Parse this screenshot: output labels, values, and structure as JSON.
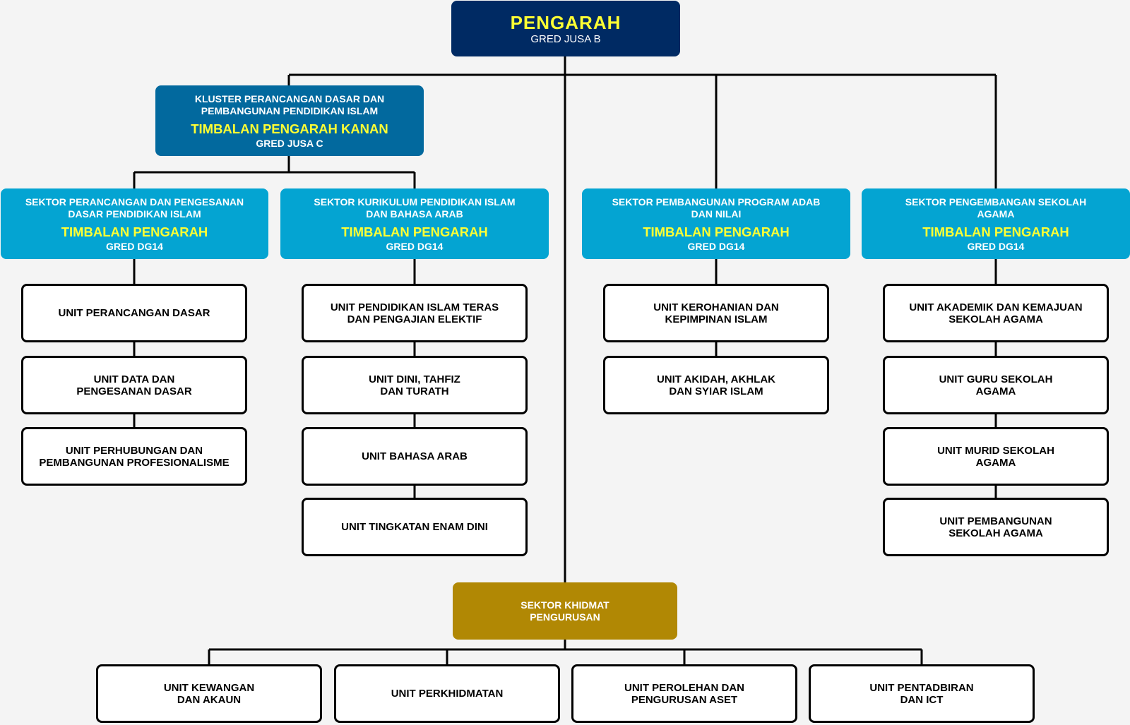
{
  "director": {
    "title": "PENGARAH",
    "grade": "GRED JUSA B"
  },
  "cluster": {
    "name": "KLUSTER PERANCANGAN DASAR DAN\nPEMBANGUNAN PENDIDIKAN ISLAM",
    "role": "TIMBALAN PENGARAH KANAN",
    "grade": "GRED JUSA C"
  },
  "sectors": [
    {
      "name": "SEKTOR PERANCANGAN DAN PENGESANAN\nDASAR PENDIDIKAN ISLAM",
      "role": "TIMBALAN PENGARAH",
      "grade": "GRED DG14",
      "units": [
        "UNIT PERANCANGAN DASAR",
        "UNIT DATA DAN\nPENGESANAN DASAR",
        "UNIT PERHUBUNGAN DAN\nPEMBANGUNAN PROFESIONALISME"
      ]
    },
    {
      "name": "SEKTOR KURIKULUM PENDIDIKAN ISLAM\nDAN BAHASA ARAB",
      "role": "TIMBALAN PENGARAH",
      "grade": "GRED DG14",
      "units": [
        "UNIT PENDIDIKAN ISLAM TERAS\nDAN PENGAJIAN ELEKTIF",
        "UNIT DINI, TAHFIZ\nDAN TURATH",
        "UNIT BAHASA ARAB",
        "UNIT TINGKATAN ENAM DINI"
      ]
    },
    {
      "name": "SEKTOR PEMBANGUNAN PROGRAM ADAB\nDAN NILAI",
      "role": "TIMBALAN PENGARAH",
      "grade": "GRED DG14",
      "units": [
        "UNIT KEROHANIAN DAN\nKEPIMPINAN ISLAM",
        "UNIT AKIDAH, AKHLAK\nDAN SYIAR ISLAM"
      ]
    },
    {
      "name": "SEKTOR PENGEMBANGAN SEKOLAH\nAGAMA",
      "role": "TIMBALAN PENGARAH",
      "grade": "GRED DG14",
      "units": [
        "UNIT AKADEMIK DAN KEMAJUAN\nSEKOLAH AGAMA",
        "UNIT GURU SEKOLAH\nAGAMA",
        "UNIT MURID SEKOLAH\nAGAMA",
        "UNIT PEMBANGUNAN\nSEKOLAH AGAMA"
      ]
    }
  ],
  "admin": {
    "name": "SEKTOR KHIDMAT\nPENGURUSAN",
    "units": [
      "UNIT KEWANGAN\nDAN AKAUN",
      "UNIT PERKHIDMATAN",
      "UNIT PEROLEHAN DAN\nPENGURUSAN ASET",
      "UNIT PENTADBIRAN\nDAN ICT"
    ]
  },
  "colors": {
    "director": "#002a63",
    "cluster": "#02699e",
    "sector": "#04a4d2",
    "admin": "#b18804",
    "highlight_text": "#ffff33"
  }
}
